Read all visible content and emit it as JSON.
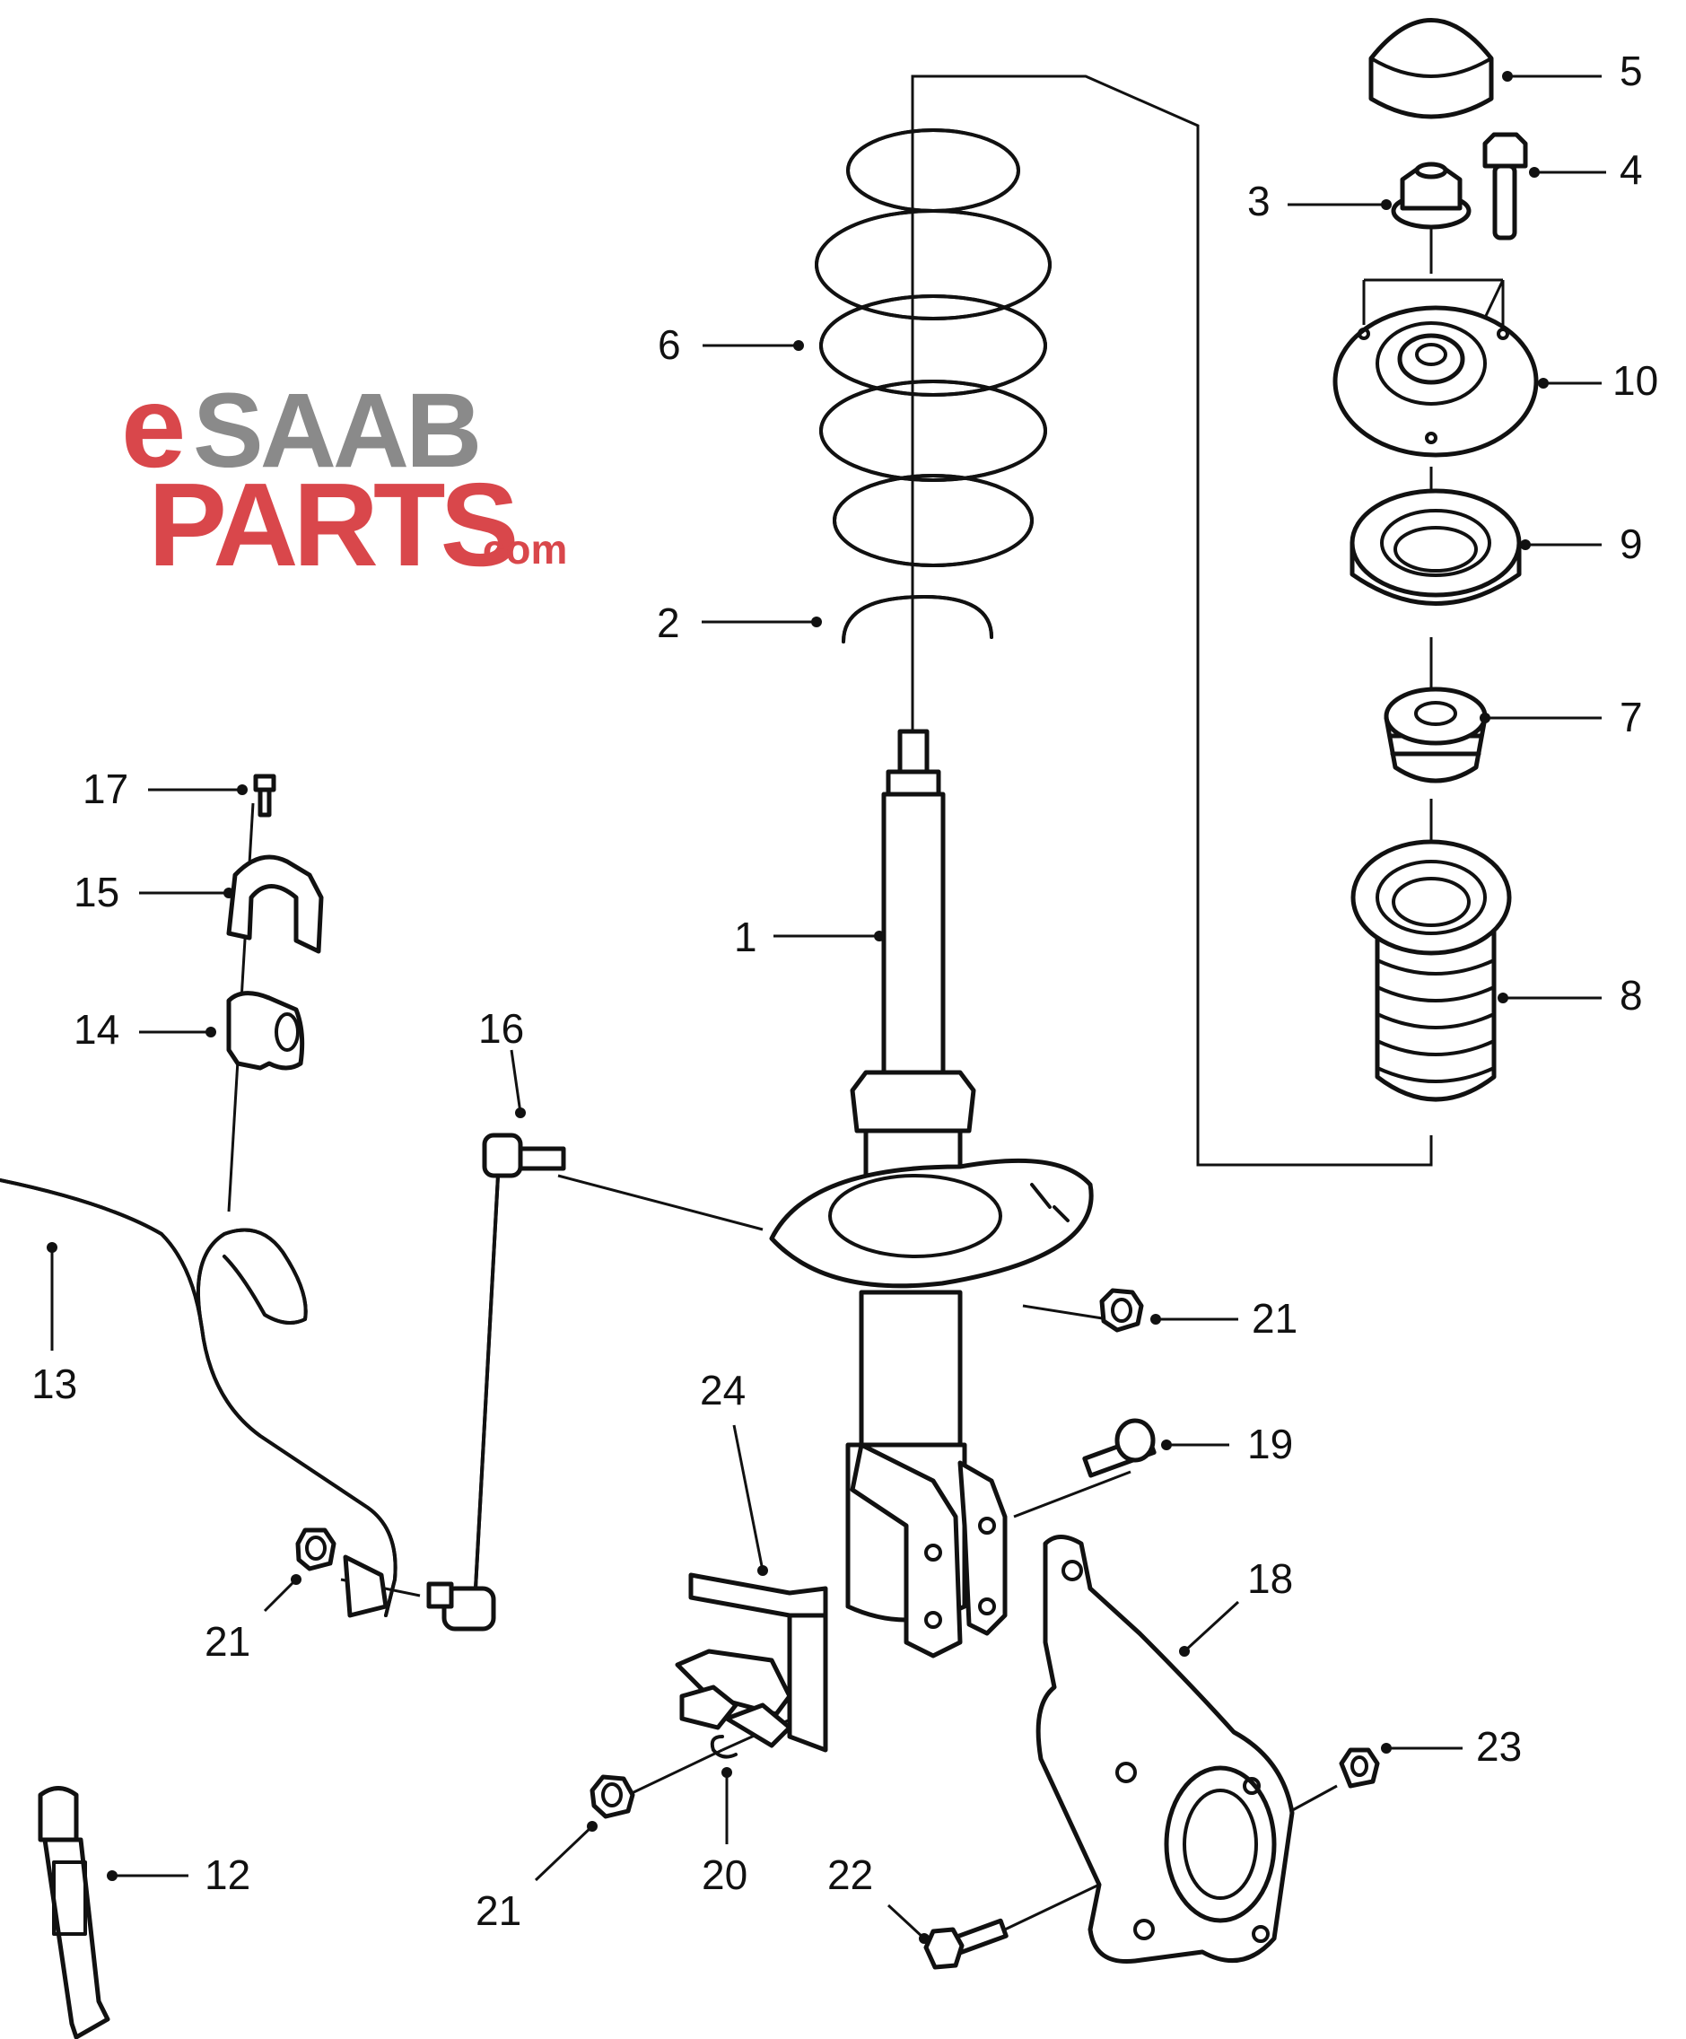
{
  "brand": {
    "e": "e",
    "saab": "SAAB",
    "parts": "PARTS",
    "com": ".com",
    "color_red": "#d9474b",
    "color_grey": "#8a8a8a"
  },
  "callouts": {
    "c1": "1",
    "c2": "2",
    "c3": "3",
    "c4": "4",
    "c5": "5",
    "c6": "6",
    "c7": "7",
    "c8": "8",
    "c9": "9",
    "c10": "10",
    "c12": "12",
    "c13": "13",
    "c14": "14",
    "c15": "15",
    "c16": "16",
    "c17": "17",
    "c18": "18",
    "c19": "19",
    "c20": "20",
    "c21a": "21",
    "c21b": "21",
    "c21c": "21",
    "c22": "22",
    "c23": "23",
    "c24": "24"
  }
}
